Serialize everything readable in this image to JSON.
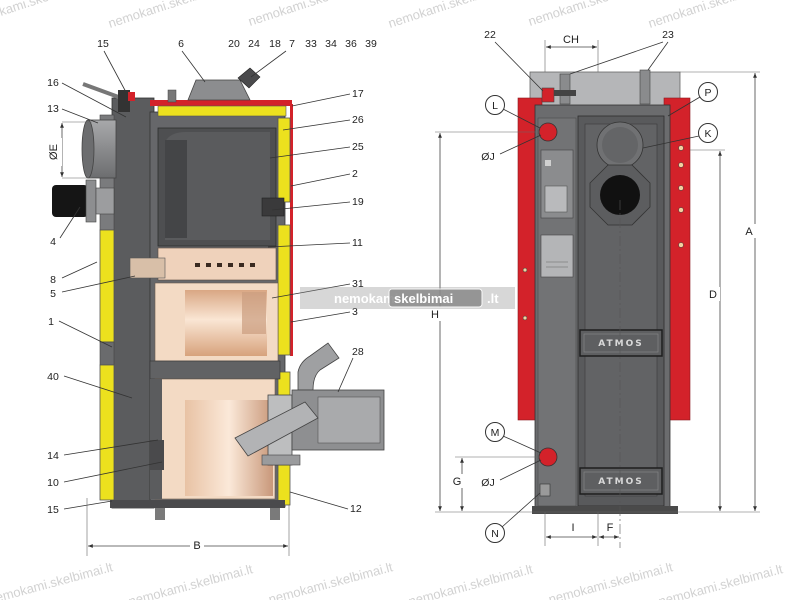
{
  "left_view": {
    "top_callouts": [
      "15",
      "6",
      "20",
      "24",
      "18",
      "7",
      "33",
      "34",
      "36",
      "39"
    ],
    "left_callouts": [
      "16",
      "13",
      "4",
      "8",
      "5",
      "1",
      "40",
      "14",
      "10",
      "15"
    ],
    "right_callouts": [
      "17",
      "26",
      "25",
      "2",
      "19",
      "11",
      "31",
      "3",
      "28",
      "12"
    ],
    "dim_flue": "ØE",
    "dim_width": "B"
  },
  "right_view": {
    "top_labels": {
      "valve": "22",
      "pipes": "23",
      "width": "CH"
    },
    "circles": {
      "L": "L",
      "P": "P",
      "K": "K",
      "M": "M",
      "N": "N"
    },
    "diameter_top": "ØJ",
    "diameter_bottom": "ØJ",
    "heights": {
      "H": "H",
      "D": "D",
      "A": "A",
      "G": "G"
    },
    "bottom": {
      "I": "I",
      "F": "F"
    },
    "plate_text": "ATMOS"
  },
  "watermark": {
    "word1": "nemokami",
    "word2": "skelbimai",
    "suffix": ".lt",
    "repeat": "nemokami.skelbimai.lt"
  },
  "colors": {
    "insulation": "#ece11e",
    "panel_red": "#d3222a",
    "refractory": "#f3dac4",
    "steel": "#66676a"
  }
}
